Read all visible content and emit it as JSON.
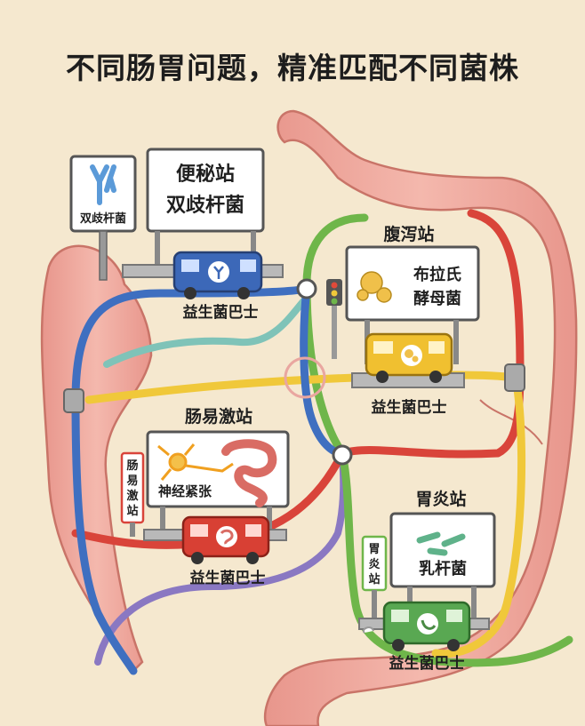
{
  "title": "不同肠胃问题，精准匹配不同菌株",
  "stations": {
    "constipation": {
      "station_name": "便秘站",
      "strain": "双歧杆菌",
      "small_sign": "双歧杆菌",
      "bus_label": "益生菌巴士"
    },
    "diarrhea": {
      "station_name": "腹泻站",
      "strain_line1": "布拉氏",
      "strain_line2": "酵母菌",
      "bus_label": "益生菌巴士"
    },
    "ibs": {
      "station_name": "肠易激站",
      "vertical_sign": [
        "肠",
        "易",
        "激",
        "站"
      ],
      "board_text": "神经紧张",
      "bus_label": "益生菌巴士"
    },
    "gastritis": {
      "station_name": "胃炎站",
      "vertical_sign": [
        "胃",
        "炎",
        "站"
      ],
      "strain": "乳杆菌",
      "bus_label": "益生菌巴士"
    }
  },
  "colors": {
    "background": "#f5e8cf",
    "intestine": "#eea9a0",
    "line_blue": "#3f6fc0",
    "line_yellow": "#f0c83a",
    "line_red": "#d9443a",
    "line_green": "#6fb64a",
    "line_purple": "#8a78c2",
    "line_teal": "#7fc3b8",
    "bus_blue": "#3c68b8",
    "bus_yellow": "#f0c030",
    "bus_red": "#d84034",
    "bus_green": "#59a852"
  },
  "icons": [
    "bifidobacterium-icon",
    "yeast-icon",
    "neuron-icon",
    "intestine-icon",
    "lactobacillus-icon",
    "traffic-light-icon"
  ]
}
